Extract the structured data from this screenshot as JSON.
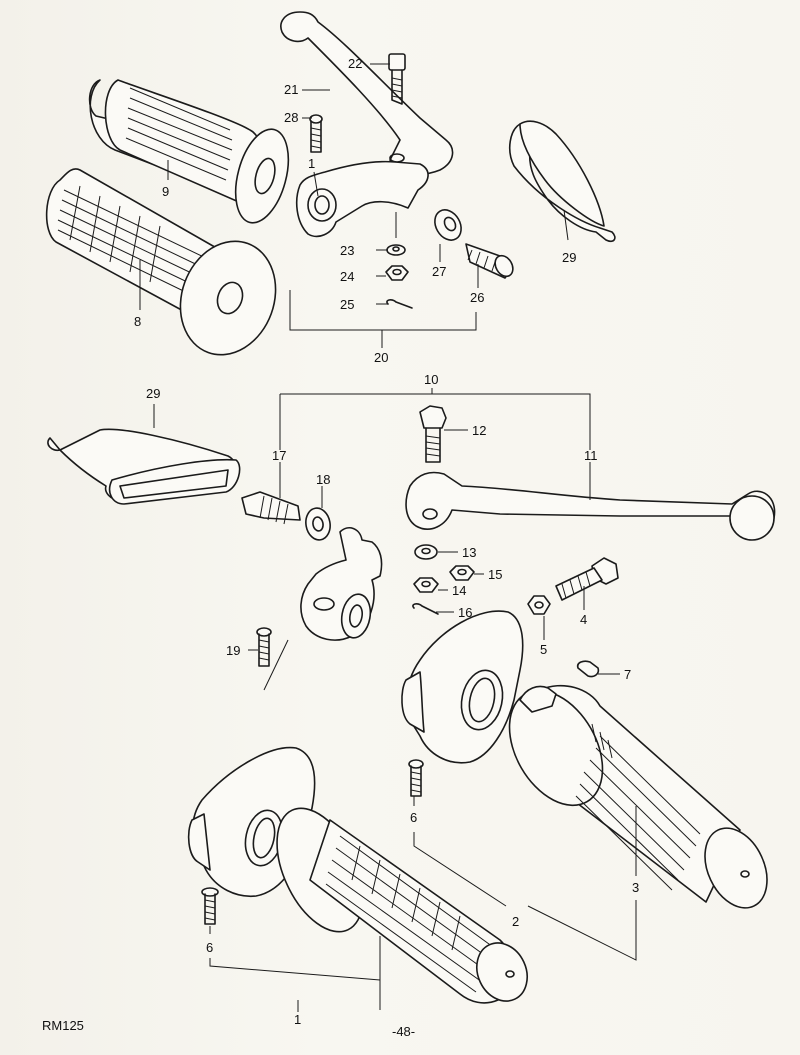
{
  "footer": {
    "model": "RM125",
    "page": "-48-"
  },
  "callouts": [
    {
      "id": "c22",
      "label": "22"
    },
    {
      "id": "c21",
      "label": "21"
    },
    {
      "id": "c28",
      "label": "28"
    },
    {
      "id": "c1a",
      "label": "1"
    },
    {
      "id": "c9",
      "label": "9"
    },
    {
      "id": "c8",
      "label": "8"
    },
    {
      "id": "c23",
      "label": "23"
    },
    {
      "id": "c24",
      "label": "24"
    },
    {
      "id": "c25",
      "label": "25"
    },
    {
      "id": "c27",
      "label": "27"
    },
    {
      "id": "c26",
      "label": "26"
    },
    {
      "id": "c20",
      "label": "20"
    },
    {
      "id": "c29a",
      "label": "29"
    },
    {
      "id": "c29b",
      "label": "29"
    },
    {
      "id": "c10",
      "label": "10"
    },
    {
      "id": "c12",
      "label": "12"
    },
    {
      "id": "c17",
      "label": "17"
    },
    {
      "id": "c11",
      "label": "11"
    },
    {
      "id": "c18",
      "label": "18"
    },
    {
      "id": "c13",
      "label": "13"
    },
    {
      "id": "c15",
      "label": "15"
    },
    {
      "id": "c14",
      "label": "14"
    },
    {
      "id": "c16",
      "label": "16"
    },
    {
      "id": "c19",
      "label": "19"
    },
    {
      "id": "c4",
      "label": "4"
    },
    {
      "id": "c5",
      "label": "5"
    },
    {
      "id": "c7",
      "label": "7"
    },
    {
      "id": "c6a",
      "label": "6"
    },
    {
      "id": "c6b",
      "label": "6"
    },
    {
      "id": "c3",
      "label": "3"
    },
    {
      "id": "c2",
      "label": "2"
    },
    {
      "id": "c1b",
      "label": "1"
    }
  ]
}
